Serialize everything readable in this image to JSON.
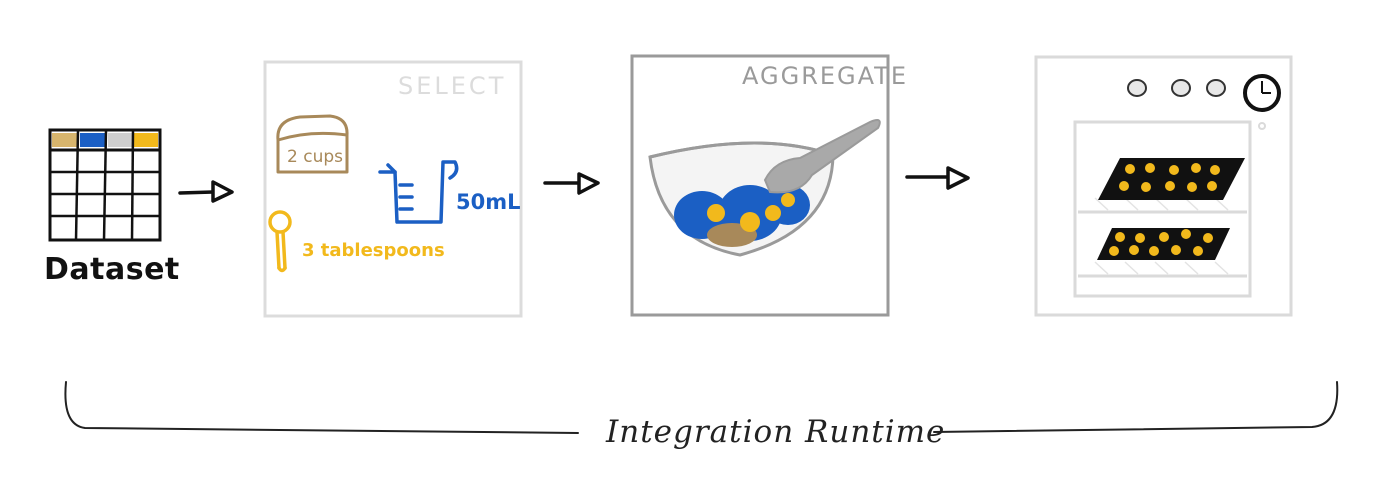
{
  "dataset": {
    "label": "Dataset"
  },
  "select": {
    "title": "SELECT",
    "cups_label": "2 cups",
    "volume_label": "50mL",
    "spoon_label": "3 tablespoons"
  },
  "aggregate": {
    "title": "AGGREGATE"
  },
  "runtime": {
    "label": "Integration Runtime"
  },
  "colors": {
    "table_header_tan": "#d7b56d",
    "table_header_blue": "#1b5fc4",
    "table_header_gray": "#cfcfcf",
    "table_header_yellow": "#f2b91c",
    "select_frame": "#dcdcdc",
    "aggregate_frame": "#9a9a9a",
    "oven_frame": "#dadada",
    "cups_brown": "#a8895a",
    "blue": "#1b5fc4",
    "yellow": "#f2b91c",
    "tray_black": "#111111"
  },
  "icons": [
    "table-icon",
    "arrow-icon",
    "measuring-cup-icon",
    "spoon-icon",
    "cup-container-icon",
    "bowl-icon",
    "oven-icon",
    "knob-icon",
    "dial-icon",
    "tray-icon",
    "brace-icon"
  ]
}
